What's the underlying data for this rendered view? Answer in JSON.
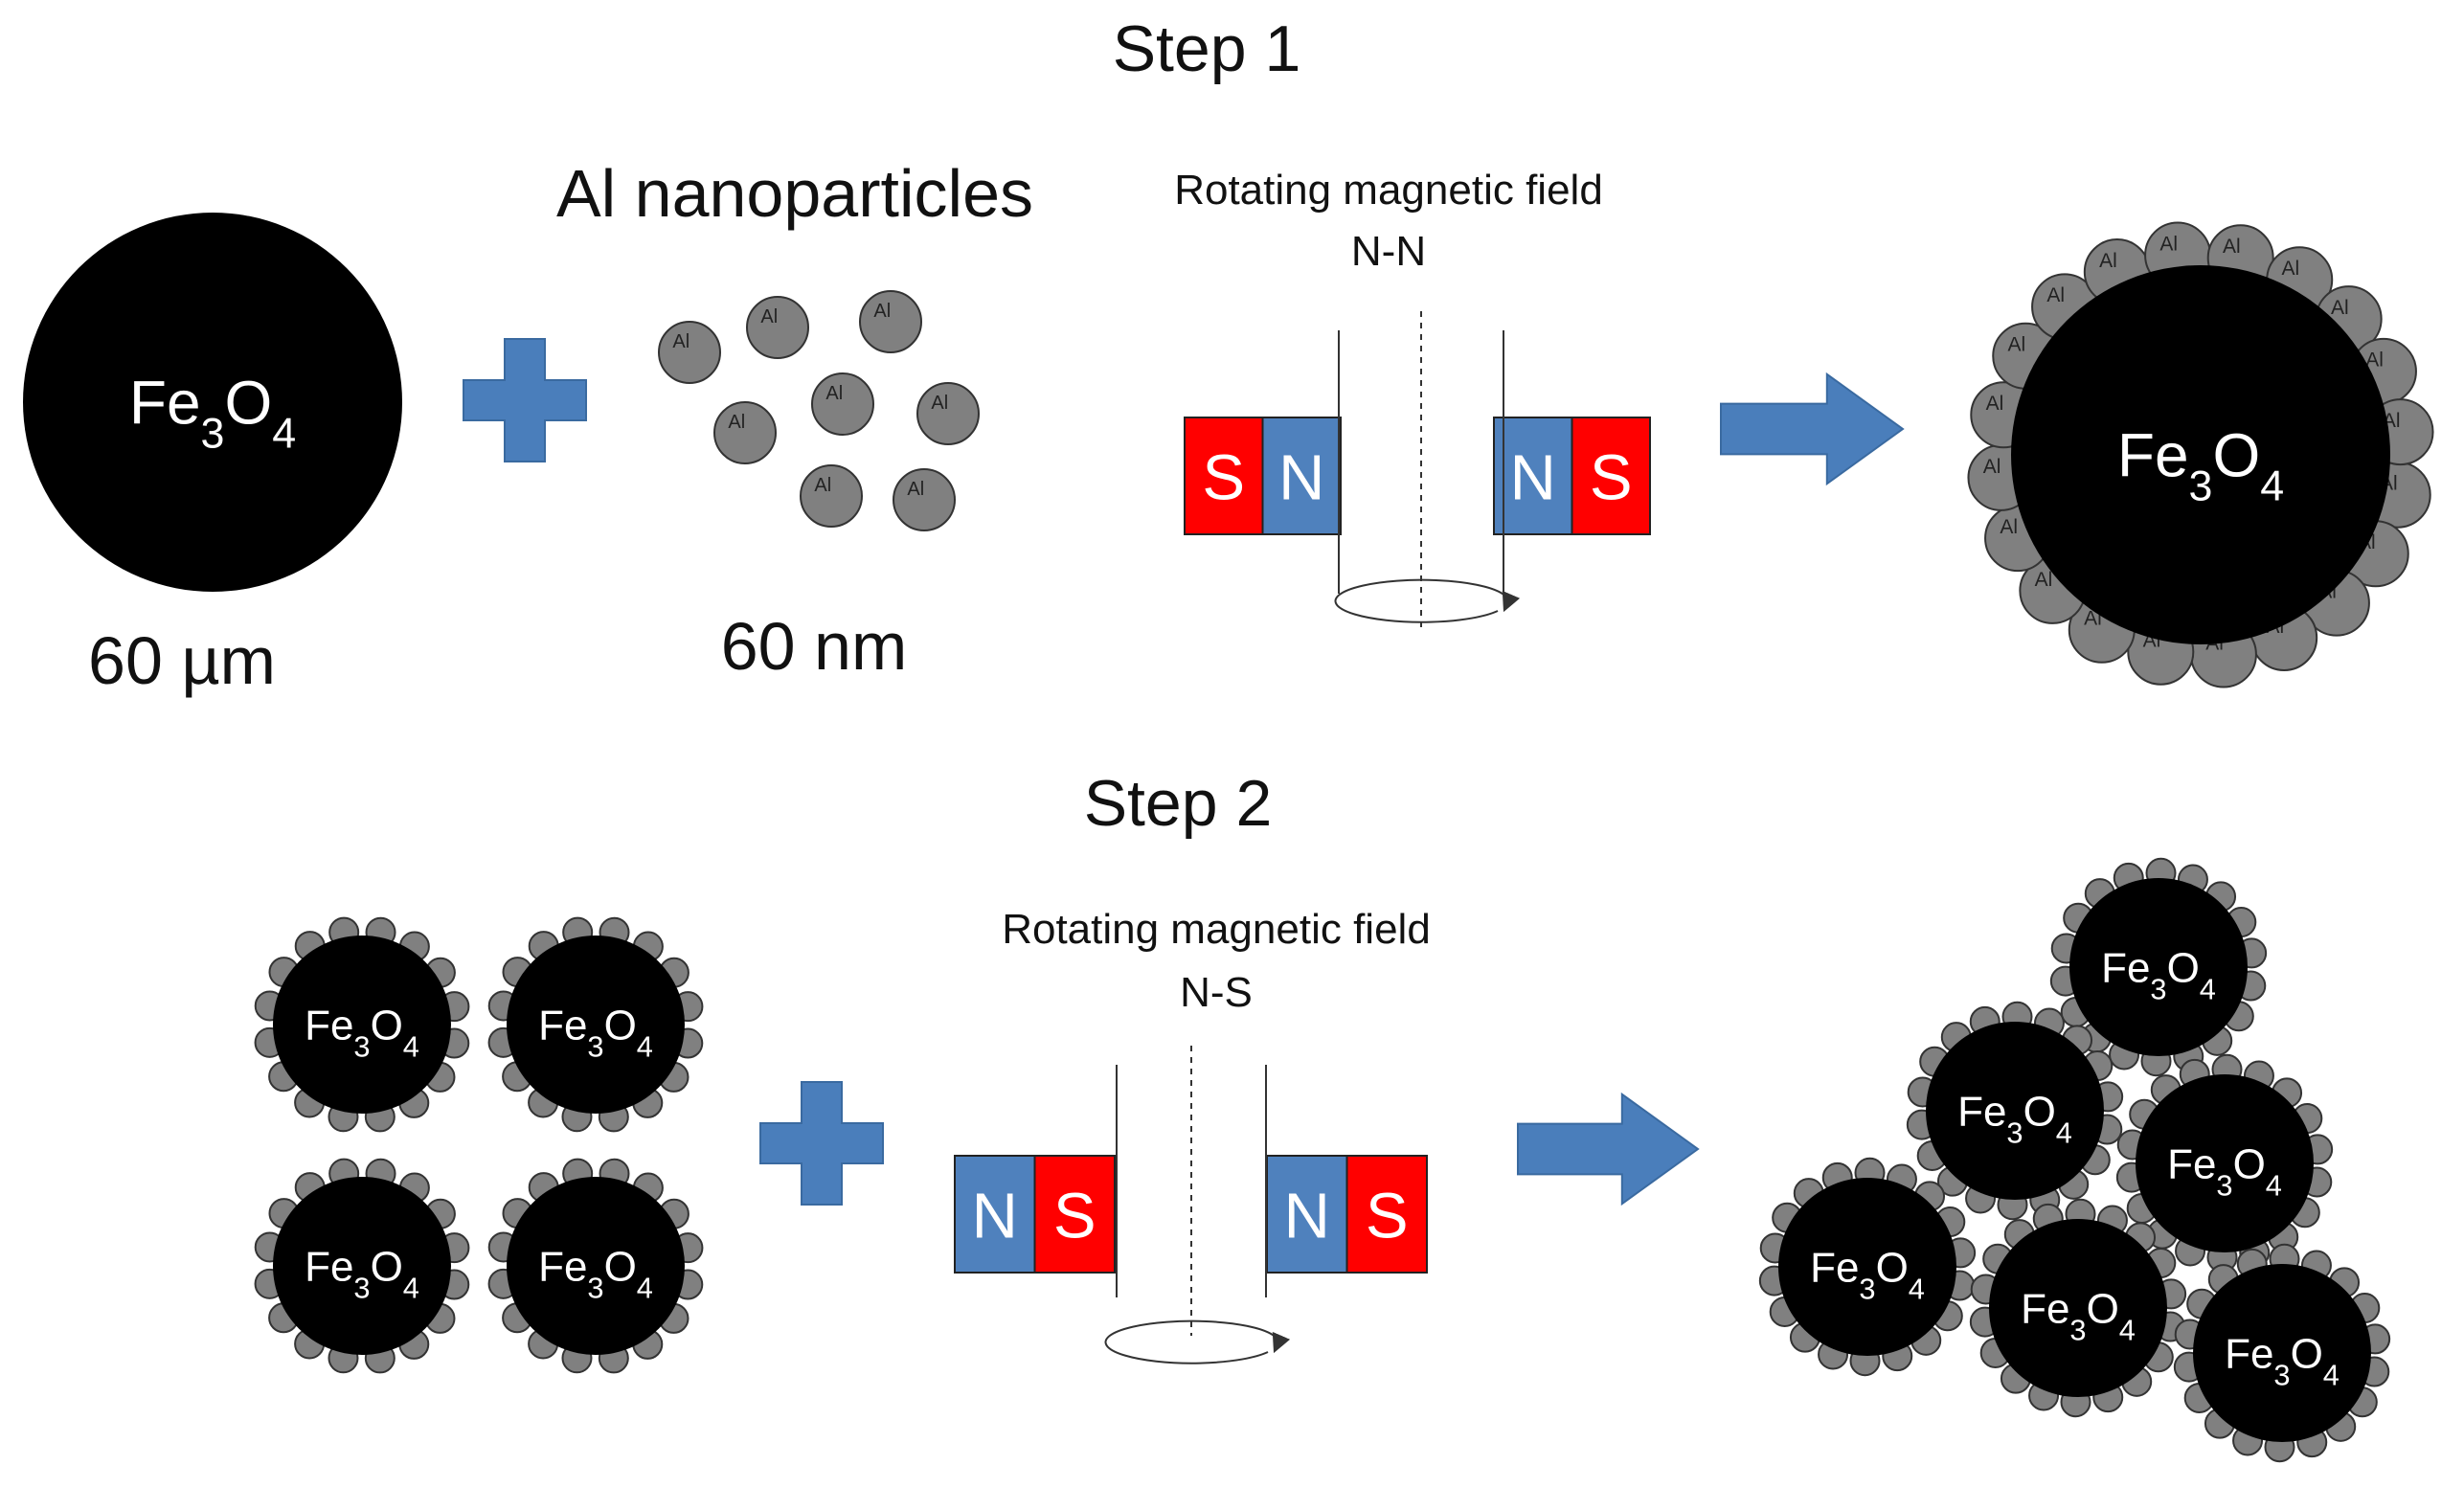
{
  "step1": {
    "title": "Step 1",
    "particle_label": "Fe",
    "particle_sub3": "3",
    "particle_o": "O",
    "particle_sub4": "4",
    "size_fe": "60 µm",
    "al_title": "Al nanoparticles",
    "size_al": "60 nm",
    "al_symbol": "Al",
    "field_label": "Rotating magnetic field",
    "field_config": "N-N",
    "left_magnet": [
      "S",
      "N"
    ],
    "right_magnet": [
      "N",
      "S"
    ]
  },
  "step2": {
    "title": "Step 2",
    "field_label": "Rotating magnetic field",
    "field_config": "N-S",
    "left_magnet": [
      "N",
      "S"
    ],
    "right_magnet": [
      "N",
      "S"
    ]
  },
  "colors": {
    "particle": "#000000",
    "al_particle": "#808080",
    "arrow": "#4a7ebb",
    "north": "#4f81bd",
    "south": "#ff0000"
  }
}
